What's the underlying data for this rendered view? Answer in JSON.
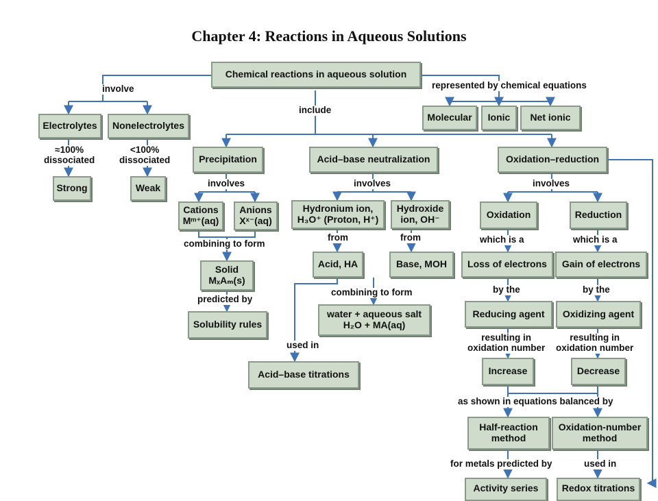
{
  "title": "Chapter 4:  Reactions in Aqueous Solutions",
  "colors": {
    "line": "#3f73b3",
    "box_fill": "#cfdccb",
    "box_border": "#8a9a8a"
  },
  "nodes": {
    "root": "Chemical reactions in aqueous solution",
    "electrolytes": "Electrolytes",
    "nonelectrolytes": "Nonelectrolytes",
    "strong": "Strong",
    "weak": "Weak",
    "molecular": "Molecular",
    "ionic": "Ionic",
    "net_ionic": "Net ionic",
    "precipitation": "Precipitation",
    "acid_base": "Acid–base neutralization",
    "redox": "Oxidation–reduction",
    "cations_1": "Cations",
    "cations_2": "Mᵐ⁺(aq)",
    "anions_1": "Anions",
    "anions_2": "Xˣ⁻(aq)",
    "solid_1": "Solid",
    "solid_2": "MₓAₘ(s)",
    "solubility_rules": "Solubility rules",
    "hydronium_1": "Hydronium ion,",
    "hydronium_2": "H₃O⁺ (Proton, H⁺)",
    "hydroxide_1": "Hydroxide",
    "hydroxide_2": "ion, OH⁻",
    "acid": "Acid, HA",
    "base": "Base, MOH",
    "water_salt_1": "water + aqueous salt",
    "water_salt_2": "H₂O + MA(aq)",
    "titrations": "Acid–base titrations",
    "oxidation": "Oxidation",
    "reduction": "Reduction",
    "loss": "Loss of electrons",
    "gain": "Gain of electrons",
    "reducing": "Reducing agent",
    "oxidizing": "Oxidizing agent",
    "increase": "Increase",
    "decrease": "Decrease",
    "half_1": "Half-reaction",
    "half_2": "method",
    "oxnum_1": "Oxidation-number",
    "oxnum_2": "method",
    "activity": "Activity series",
    "redox_titrations": "Redox titrations"
  },
  "labels": {
    "involve": "involve",
    "represented": "represented by chemical equations",
    "include": "include",
    "diss100_1": "≈100%",
    "diss100_2": "dissociated",
    "diss_lt_1": "<100%",
    "diss_lt_2": "dissociated",
    "involves_precip": "involves",
    "involves_ab": "involves",
    "involves_redox": "involves",
    "combining_1": "combining to form",
    "predicted_by": "predicted by",
    "from_1": "from",
    "from_2": "from",
    "combining_2": "combining to form",
    "used_in_1": "used in",
    "which_is_a_1": "which is a",
    "which_is_a_2": "which is a",
    "by_the_1": "by the",
    "by_the_2": "by the",
    "resulting_a1": "resulting in",
    "resulting_a2": "oxidation number",
    "resulting_b1": "resulting in",
    "resulting_b2": "oxidation number",
    "balanced_by": "as shown in equations balanced by",
    "metals_predicted": "for metals predicted by",
    "used_in_2": "used in"
  }
}
